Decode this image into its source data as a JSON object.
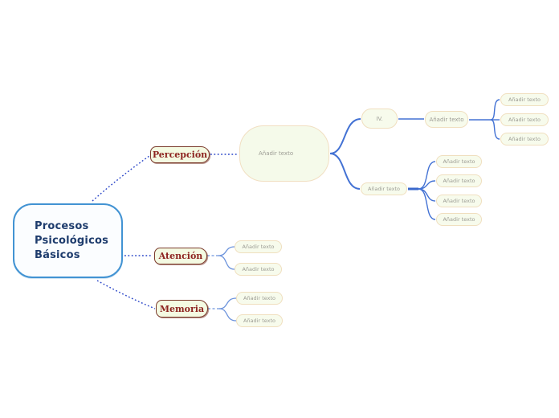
{
  "app": {
    "type": "mindmap-editor-canvas",
    "background": "#ffffff"
  },
  "palette": {
    "root_border": "#4293d3",
    "root_bg": "#fbfdff",
    "root_text": "#1e3c6d",
    "branch_border": "#7b3a2c",
    "branch_bg": "#f4fae2",
    "branch_text": "#8d2420",
    "leaf_border": "#f0dfbf",
    "leaf_bg": "#f7fbec",
    "leaf_text": "#9c9c94",
    "connector_dotted": "#2a46c8",
    "connector_solid": "#4372d4",
    "connector_light": "#6d94dc"
  },
  "mindmap": {
    "root": {
      "label": "Procesos Psicológicos Básicos"
    },
    "branches": [
      {
        "id": "percepcion",
        "label": "Percepción"
      },
      {
        "id": "atencion",
        "label": "Atención"
      },
      {
        "id": "memoria",
        "label": "Memoria"
      }
    ],
    "topic_iv": {
      "label": "IV."
    },
    "placeholder_label": "Añadir texto"
  }
}
